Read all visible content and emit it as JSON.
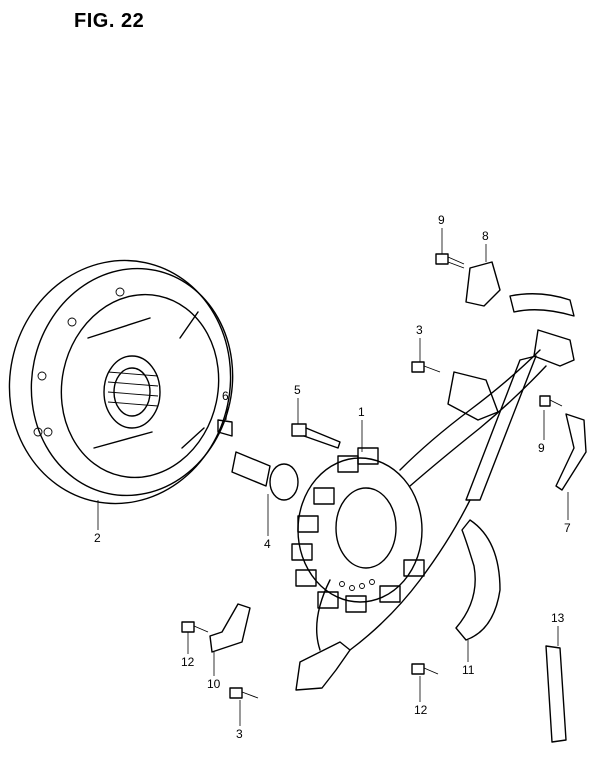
{
  "figure": {
    "title": "FIG. 22"
  },
  "callouts": {
    "p1": "1",
    "p2": "2",
    "p3a": "3",
    "p3b": "3",
    "p4": "4",
    "p5": "5",
    "p6": "6",
    "p7": "7",
    "p8": "8",
    "p9a": "9",
    "p9b": "9",
    "p10": "10",
    "p11": "11",
    "p12a": "12",
    "p12b": "12",
    "p13": "13"
  }
}
